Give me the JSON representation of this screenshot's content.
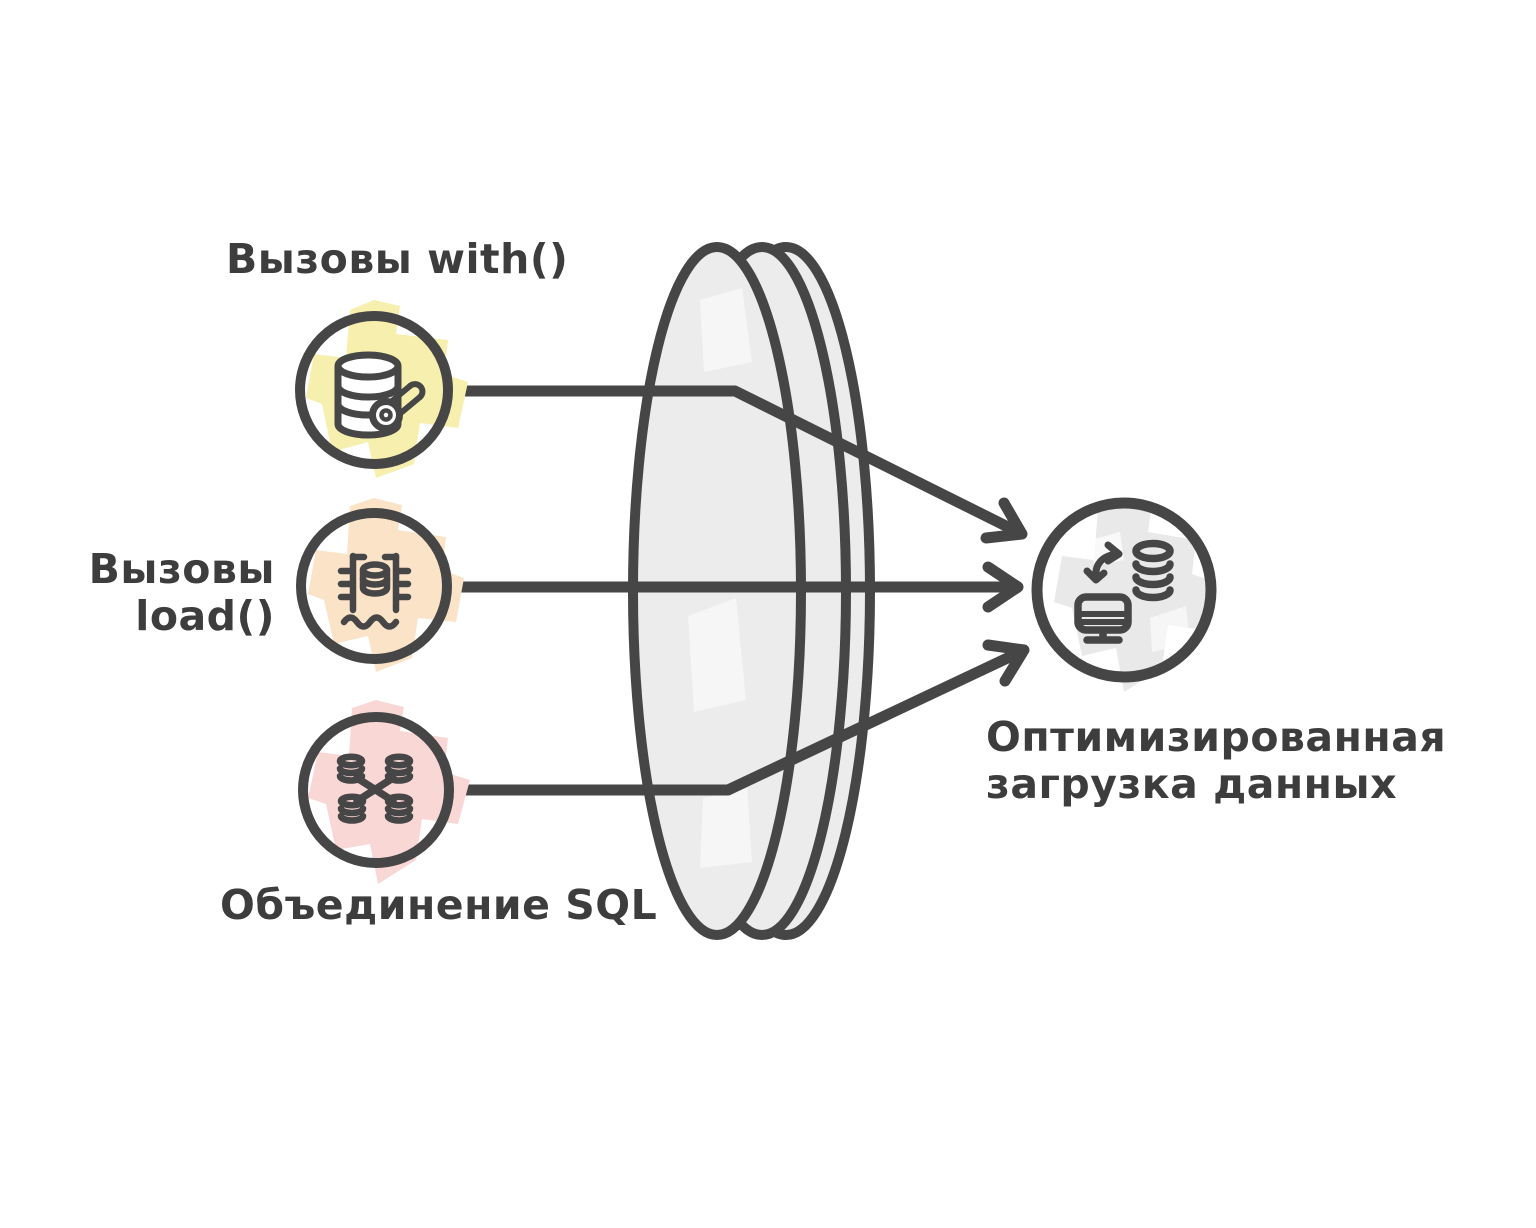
{
  "diagram": {
    "title_hint": "Three source operations focused through a lens into one optimized result",
    "stroke_color": "#464646",
    "text_color": "#3d3d3d",
    "lens_fill": "#ececec",
    "sources": [
      {
        "label": "Вызовы with()",
        "icon": "database-key-icon",
        "accent": "#f6efae"
      },
      {
        "label_line1": "Вызовы",
        "label_line2": "load()",
        "icon": "data-lake-load-icon",
        "accent": "#fbe3c8"
      },
      {
        "label": "Объединение SQL",
        "icon": "sql-join-icon",
        "accent": "#f9d7d5"
      }
    ],
    "result": {
      "label_line1": "Оптимизированная",
      "label_line2": "загрузка данных",
      "icon": "sync-monitor-database-icon",
      "accent": "#e9e9e9"
    }
  }
}
